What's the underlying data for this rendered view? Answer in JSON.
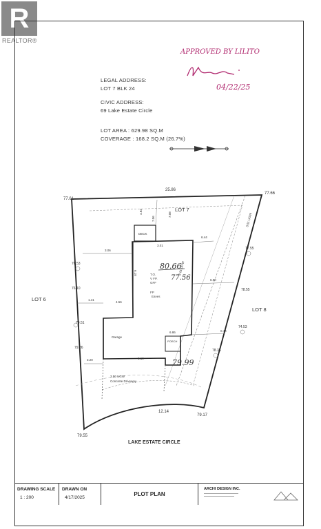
{
  "watermark": {
    "letter": "R",
    "text": "REALTOR®"
  },
  "approval": {
    "line1": "APPROVED BY LILITO",
    "date": "04/22/25"
  },
  "addresses": {
    "legal_label": "LEGAL ADDRESS:",
    "legal_value": "LOT 7 BLK 24",
    "civic_label": "CIVIC ADDRESS:",
    "civic_value": "69 Lake Estate Circle"
  },
  "lot": {
    "area": "LOT AREA : 629.98 SQ.M",
    "coverage": "COVERAGE : 168.2 SQ.M (26.7%)"
  },
  "plan_labels": {
    "lot7": "LOT 7",
    "lot6": "LOT 6",
    "lot8": "LOT 8",
    "deck": "DECK",
    "garage": "Garage",
    "porch": "PORCH",
    "street": "LAKE ESTATE CIRCLE",
    "driveway": "Concrete Driveway",
    "frontage": "12.14",
    "rear_width": "25.86",
    "elev_tl": "77.61",
    "elev_tr": "77.66",
    "elev_bl": "79.55",
    "elev_br": "79.17",
    "elev_handwritten": "80.66",
    "elev_handwritten2": "77.56",
    "elev_handwritten3": "79.99"
  },
  "title_block": {
    "scale_label": "DRAWING SCALE",
    "scale_value": "1 : 200",
    "drawn_label": "DRAWN ON",
    "drawn_value": "4/17/2025",
    "plan_title": "PLOT PLAN",
    "company": "ARCHI DESIGN INC."
  }
}
